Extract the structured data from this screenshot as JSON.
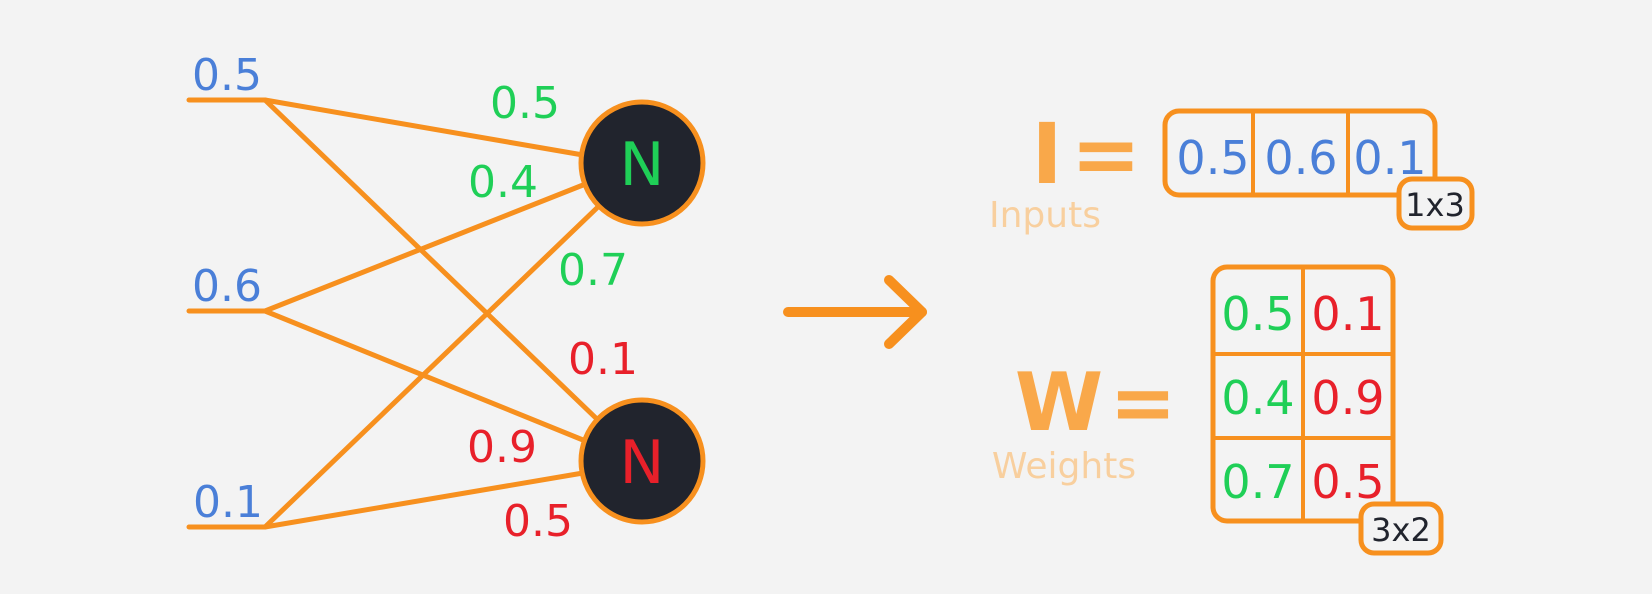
{
  "colors": {
    "orange": "#f7901e",
    "blue": "#4a7fd8",
    "green": "#1fcf57",
    "red": "#e8202a",
    "node_fill": "#21242d",
    "label_orange": "#f9a84a",
    "caption_orange": "#f8cf9e",
    "badge_text": "#21242d"
  },
  "network": {
    "inputs": [
      "0.5",
      "0.6",
      "0.1"
    ],
    "neurons": [
      {
        "label": "N",
        "weights": [
          "0.5",
          "0.4",
          "0.7"
        ]
      },
      {
        "label": "N",
        "weights": [
          "0.1",
          "0.9",
          "0.5"
        ]
      }
    ]
  },
  "arrow_icon": "arrow-right-icon",
  "inputs_matrix": {
    "symbol": "I",
    "equals": "=",
    "caption": "Inputs",
    "values": [
      "0.5",
      "0.6",
      "0.1"
    ],
    "shape": "1x3"
  },
  "weights_matrix": {
    "symbol": "W",
    "equals": "=",
    "caption": "Weights",
    "rows": [
      [
        "0.5",
        "0.1"
      ],
      [
        "0.4",
        "0.9"
      ],
      [
        "0.7",
        "0.5"
      ]
    ],
    "shape": "3x2"
  }
}
